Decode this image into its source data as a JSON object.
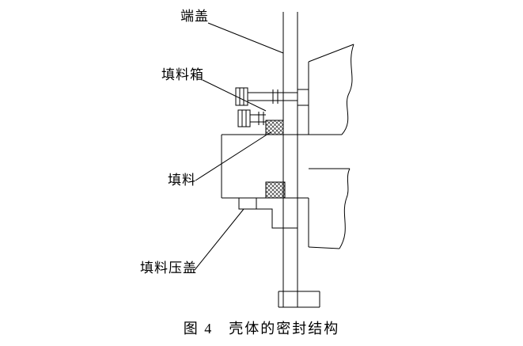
{
  "figure": {
    "caption": "图 4　壳体的密封结构"
  },
  "labels": {
    "end_cover": "端盖",
    "stuffing_box": "填料箱",
    "packing": "填料",
    "packing_gland": "填料压盖"
  },
  "colors": {
    "line": "#000000",
    "background": "#ffffff"
  }
}
